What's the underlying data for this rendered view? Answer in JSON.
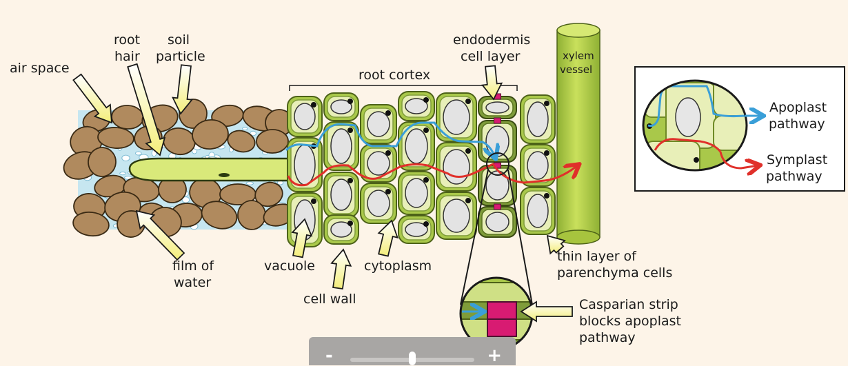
{
  "labels": {
    "air_space": "air space",
    "root_hair_1": "root",
    "root_hair_2": "hair",
    "soil_1": "soil",
    "soil_2": "particle",
    "root_cortex": "root cortex",
    "endodermis_1": "endodermis",
    "endodermis_2": "cell layer",
    "xylem_1": "xylem",
    "xylem_2": "vessel",
    "film_1": "film of",
    "film_2": "water",
    "vacuole": "vacuole",
    "cell_wall": "cell wall",
    "cytoplasm": "cytoplasm",
    "parenchyma_1": "thin layer of",
    "parenchyma_2": "parenchyma cells",
    "casparian_1": "Casparian strip",
    "casparian_2": "blocks apoplast",
    "casparian_3": "pathway"
  },
  "legend": {
    "apoplast_1": "Apoplast",
    "apoplast_2": "pathway",
    "symplast_1": "Symplast",
    "symplast_2": "pathway"
  },
  "colors": {
    "apoplast": "#3a9fd8",
    "symplast": "#e0302a",
    "cell_wall": "#a9c84a",
    "cytoplasm": "#e8efb8",
    "soil": "#b08a5e",
    "casparian": "#d81b72",
    "arrow_fill": "#f7f2a0"
  },
  "zoom_control": {
    "minus": "-",
    "plus": "+",
    "level": 0.5
  }
}
